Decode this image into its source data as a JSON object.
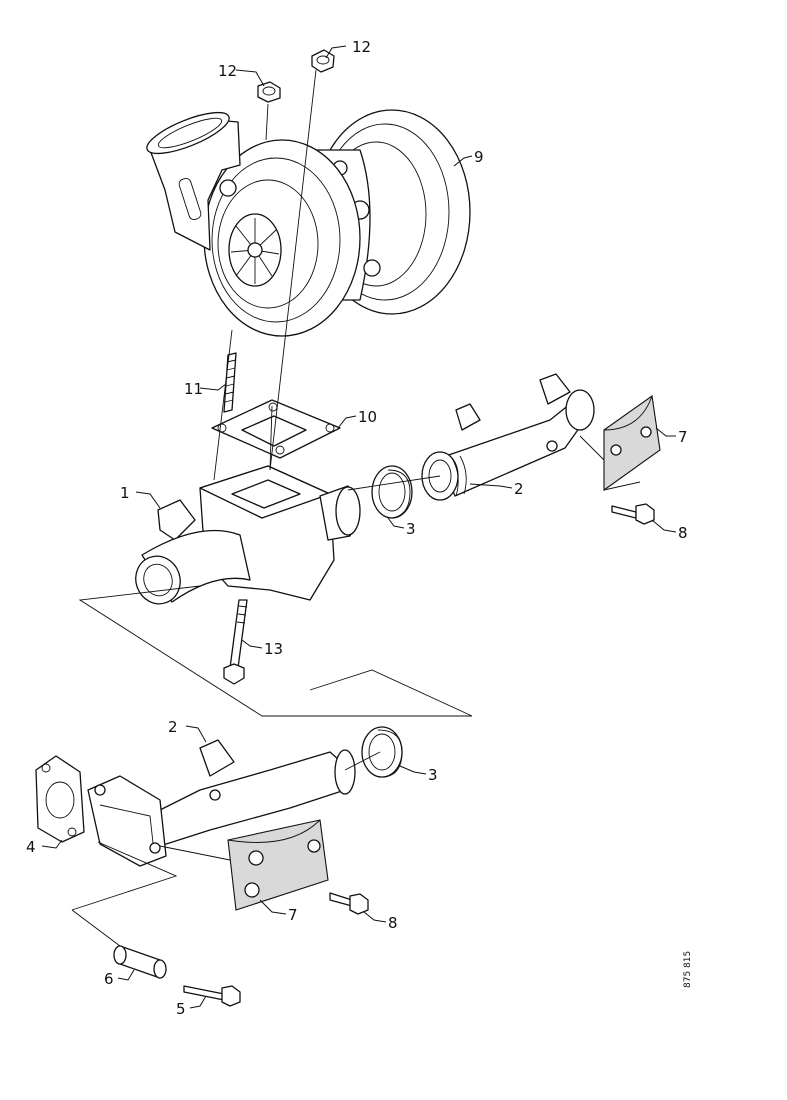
{
  "parts": {
    "p1": "1",
    "p2a": "2",
    "p2b": "2",
    "p3a": "3",
    "p3b": "3",
    "p4": "4",
    "p5": "5",
    "p6": "6",
    "p7a": "7",
    "p7b": "7",
    "p8a": "8",
    "p8b": "8",
    "p9": "9",
    "p10": "10",
    "p11": "11",
    "p12a": "12",
    "p12b": "12",
    "p13": "13"
  },
  "drawing_ref": "875 815"
}
